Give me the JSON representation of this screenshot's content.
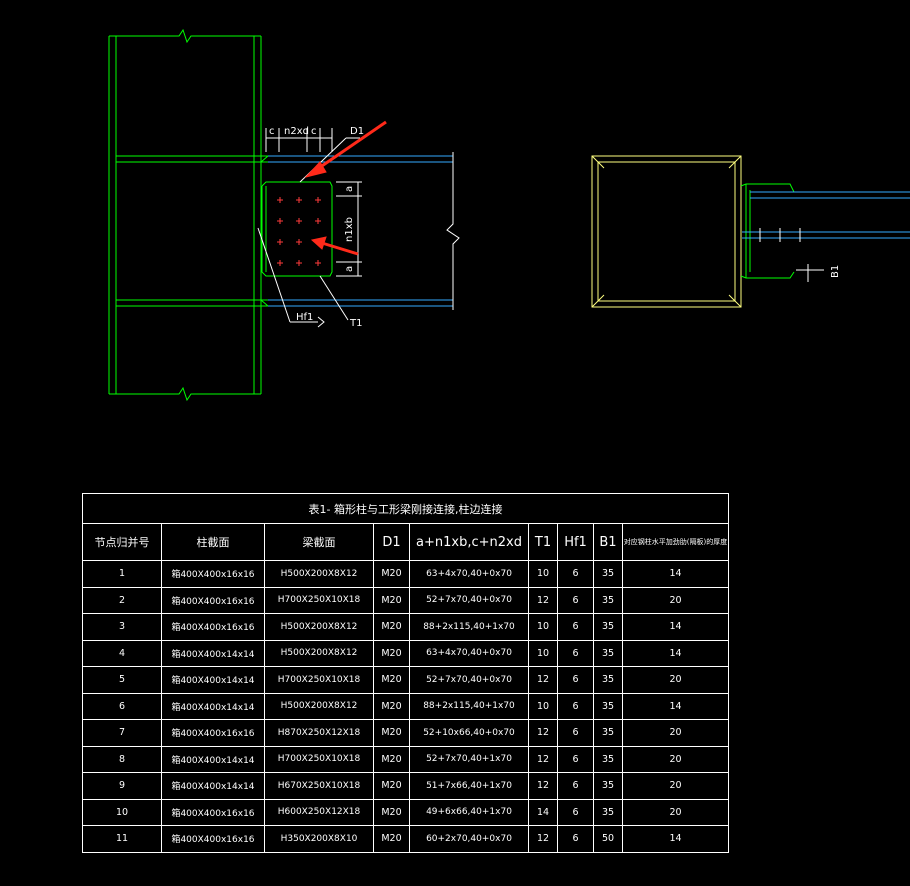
{
  "drawing": {
    "labels": {
      "n2xd": "n2xd",
      "c_left": "c",
      "c_right": "c",
      "D1": "D1",
      "a_top": "a",
      "n1xb": "n1xb",
      "a_bottom": "a",
      "Hf1": "Hf1",
      "T1": "T1",
      "B1": "B1"
    },
    "colors": {
      "column": "#00ff00",
      "beam": "#33aaff",
      "dimension": "#ffffff",
      "bolt": "#ff3b3b",
      "arrow": "#ff2a1a",
      "section": "#ffff80",
      "background": "#000000"
    }
  },
  "table": {
    "title": "表1- 箱形柱与工形梁刚接连接,柱边连接",
    "headers": [
      "节点归并号",
      "柱截面",
      "梁截面",
      "D1",
      "a+n1xb,c+n2xd",
      "T1",
      "Hf1",
      "B1",
      "对应钢柱水平加劲肋(隔板)的厚度"
    ],
    "rows": [
      [
        "1",
        "箱400X400x16x16",
        "H500X200X8X12",
        "M20",
        "63+4x70,40+0x70",
        "10",
        "6",
        "35",
        "14"
      ],
      [
        "2",
        "箱400X400x16x16",
        "H700X250X10X18",
        "M20",
        "52+7x70,40+0x70",
        "12",
        "6",
        "35",
        "20"
      ],
      [
        "3",
        "箱400X400x16x16",
        "H500X200X8X12",
        "M20",
        "88+2x115,40+1x70",
        "10",
        "6",
        "35",
        "14"
      ],
      [
        "4",
        "箱400X400x14x14",
        "H500X200X8X12",
        "M20",
        "63+4x70,40+0x70",
        "10",
        "6",
        "35",
        "14"
      ],
      [
        "5",
        "箱400X400x14x14",
        "H700X250X10X18",
        "M20",
        "52+7x70,40+0x70",
        "12",
        "6",
        "35",
        "20"
      ],
      [
        "6",
        "箱400X400x14x14",
        "H500X200X8X12",
        "M20",
        "88+2x115,40+1x70",
        "10",
        "6",
        "35",
        "14"
      ],
      [
        "7",
        "箱400X400x16x16",
        "H870X250X12X18",
        "M20",
        "52+10x66,40+0x70",
        "12",
        "6",
        "35",
        "20"
      ],
      [
        "8",
        "箱400X400x14x14",
        "H700X250X10X18",
        "M20",
        "52+7x70,40+1x70",
        "12",
        "6",
        "35",
        "20"
      ],
      [
        "9",
        "箱400X400x14x14",
        "H670X250X10X18",
        "M20",
        "51+7x66,40+1x70",
        "12",
        "6",
        "35",
        "20"
      ],
      [
        "10",
        "箱400X400x16x16",
        "H600X250X12X18",
        "M20",
        "49+6x66,40+1x70",
        "14",
        "6",
        "35",
        "20"
      ],
      [
        "11",
        "箱400X400x16x16",
        "H350X200X8X10",
        "M20",
        "60+2x70,40+0x70",
        "12",
        "6",
        "50",
        "14"
      ]
    ]
  }
}
